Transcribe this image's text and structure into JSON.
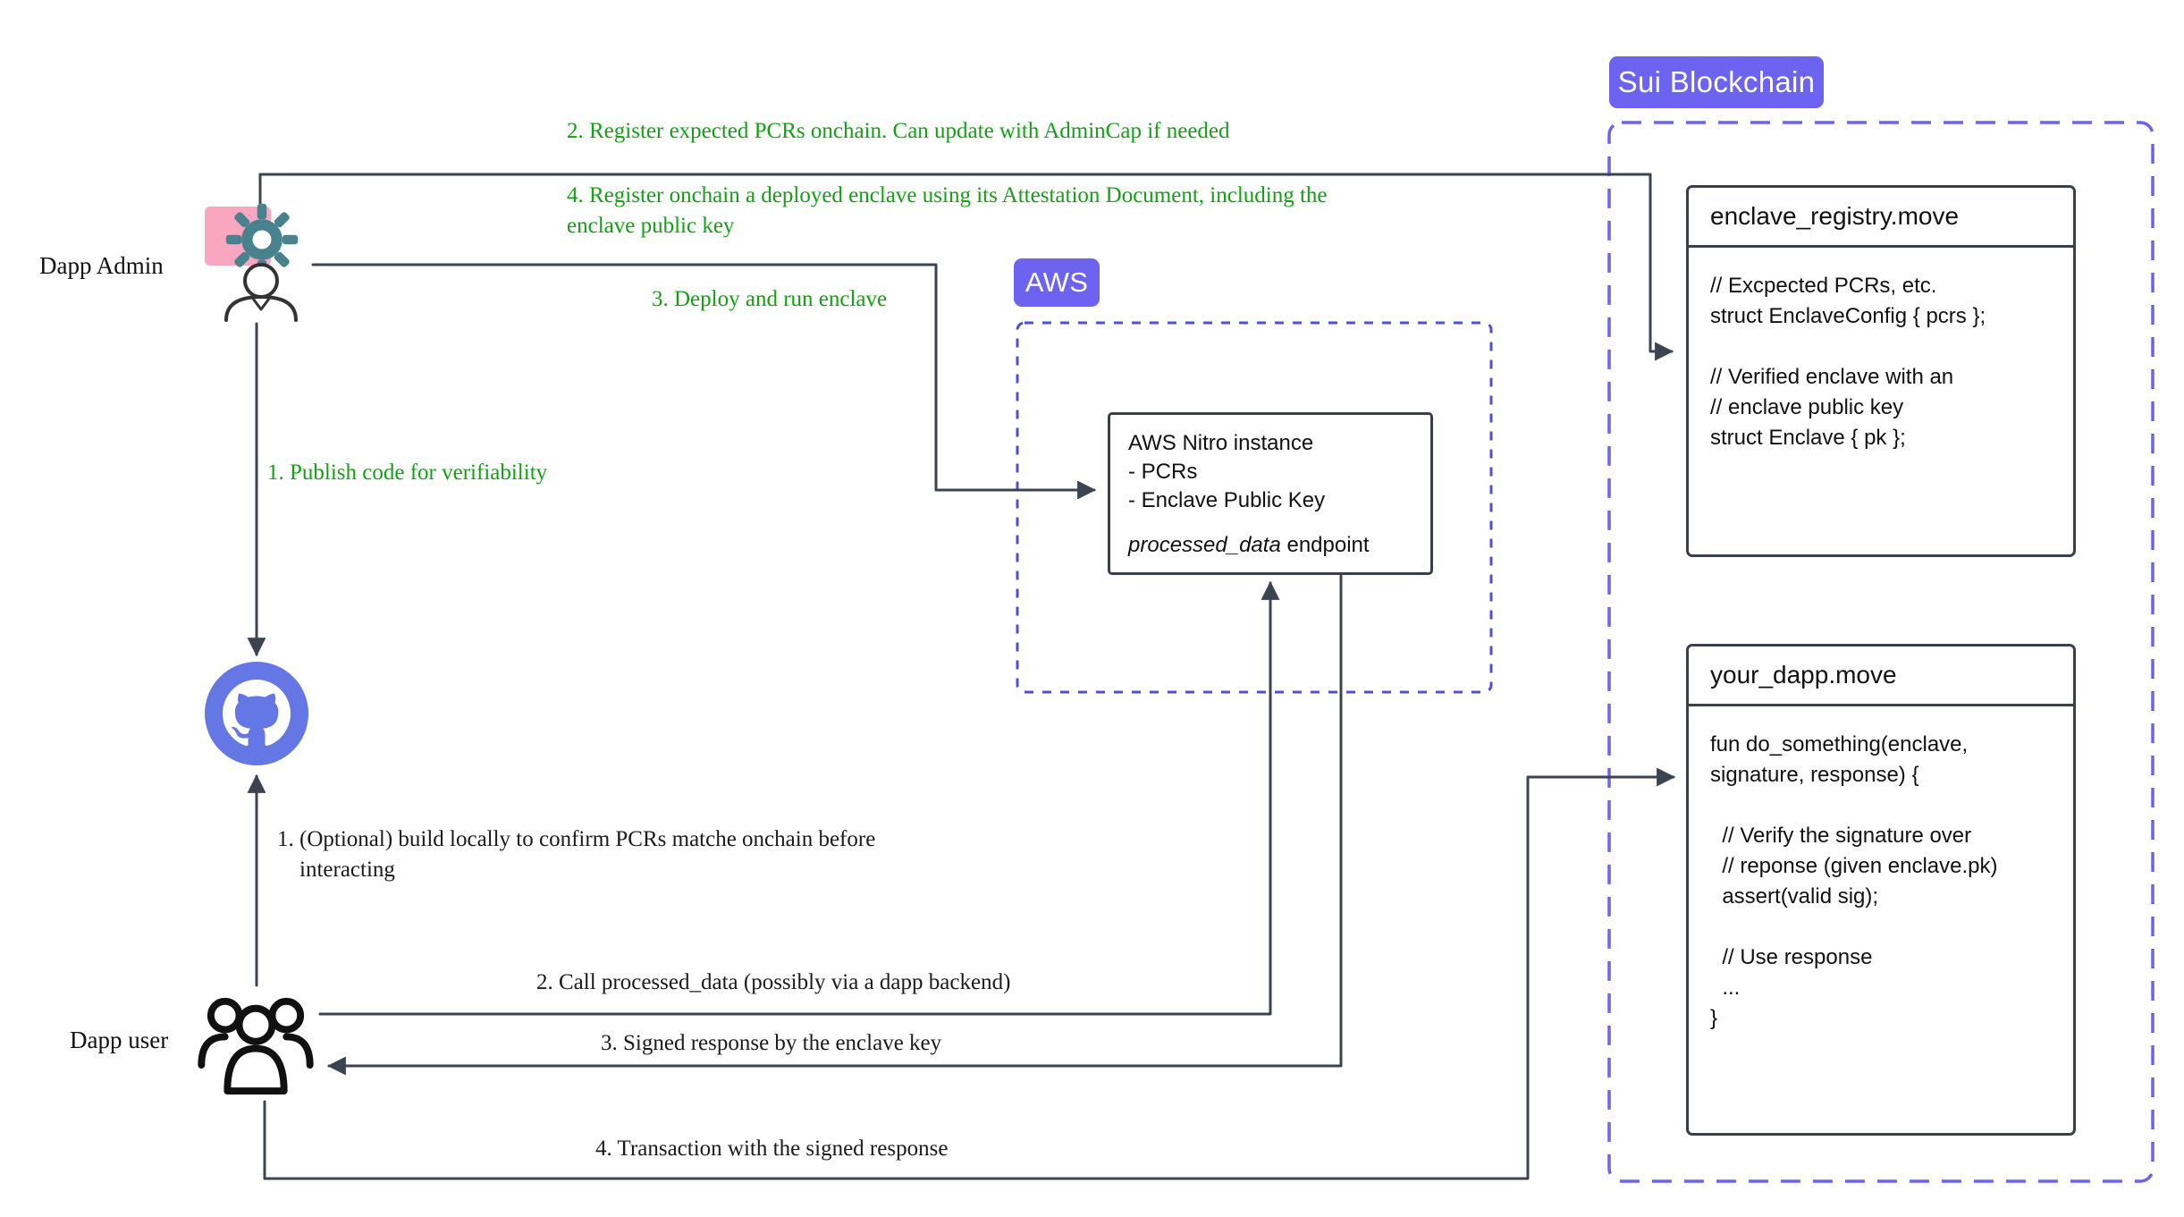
{
  "colors": {
    "accent_purple": "#6c63f0",
    "aws_dash_blue": "#4f4fd8",
    "annotation_green": "#12a112",
    "arrow_line": "#3d4451",
    "sticky_pink": "#f9a6c0",
    "github_blue": "#6477e4",
    "gear_teal": "#47828e"
  },
  "badges": {
    "sui": "Sui Blockchain",
    "aws": "AWS"
  },
  "actors": {
    "admin": {
      "label": "Dapp Admin"
    },
    "user": {
      "label": "Dapp user"
    }
  },
  "annotations": {
    "register_pcrs": "2. Register expected PCRs onchain. Can update with AdminCap if needed",
    "register_enclave": "4. Register onchain a deployed enclave using its Attestation Document, including the\nenclave public key",
    "deploy": "3. Deploy and run enclave",
    "publish": "1. Publish code for verifiability",
    "build_locally": "1. (Optional) build locally to confirm PCRs matche onchain before\n    interacting",
    "call_endpoint": "2. Call processed_data (possibly via a dapp backend)",
    "signed_response": "3. Signed response by the enclave key",
    "transaction": "4. Transaction with the signed response"
  },
  "aws_nitro": {
    "lines": [
      "AWS Nitro instance",
      "- PCRs",
      "- Enclave Public Key"
    ],
    "endpoint_name": "processed_data",
    "endpoint_suffix": " endpoint"
  },
  "modules": {
    "enclave_registry": {
      "title": "enclave_registry.move",
      "code": [
        "// Excpected PCRs, etc.",
        "struct EnclaveConfig { pcrs };",
        "",
        "// Verified enclave with an",
        "// enclave public key",
        "struct Enclave { pk };"
      ]
    },
    "your_dapp": {
      "title": "your_dapp.move",
      "code": [
        "fun do_something(enclave,",
        "signature, response) {",
        "",
        "  // Verify the signature over",
        "  // reponse (given enclave.pk)",
        "  assert(valid sig);",
        "",
        "  // Use response",
        "  ...",
        "}"
      ]
    }
  }
}
